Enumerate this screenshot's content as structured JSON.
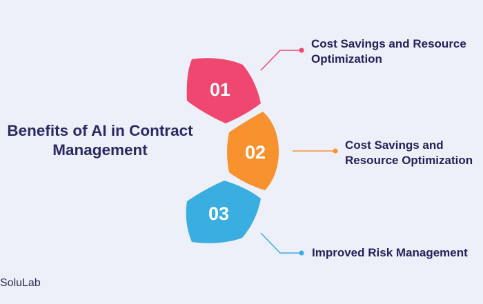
{
  "diagram": {
    "title_line1": "Benefits of AI in Contract",
    "title_line2": "Management",
    "steps": [
      {
        "number": "01",
        "label_line1": "Cost Savings and Resource",
        "label_line2": "Optimization",
        "color": "#ef4770"
      },
      {
        "number": "02",
        "label_line1": "Cost Savings and",
        "label_line2": "Resource Optimization",
        "color": "#f7922f"
      },
      {
        "number": "03",
        "label_line1": "Improved Risk Management",
        "label_line2": "",
        "color": "#3aaee0"
      }
    ]
  },
  "brand": {
    "name": "SoluLab"
  },
  "colors": {
    "background": "#eef0f9",
    "text": "#22225a"
  }
}
